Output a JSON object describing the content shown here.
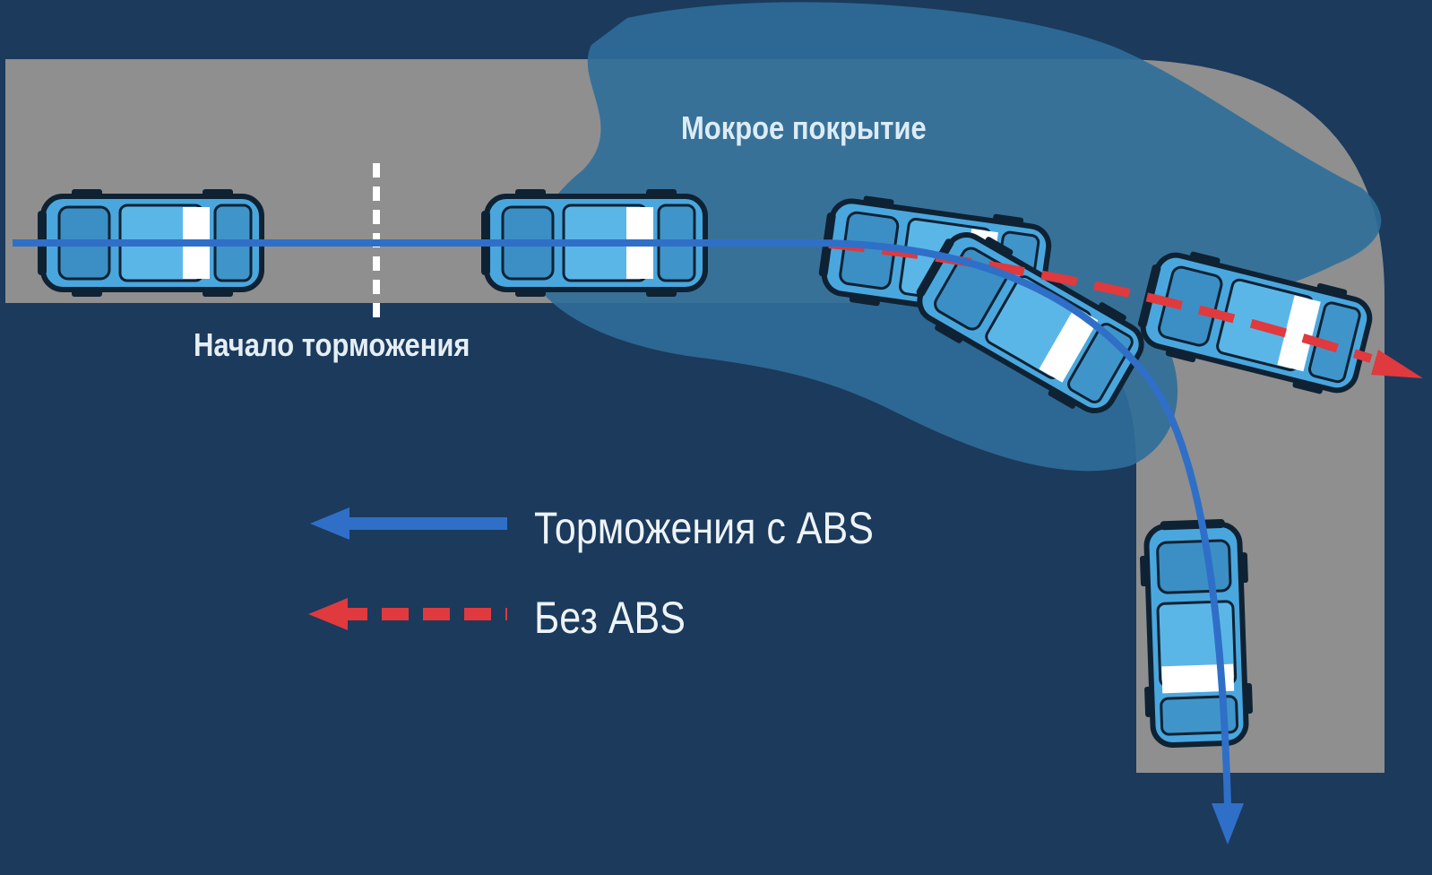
{
  "labels": {
    "wet_surface": "Мокрое покрытие",
    "braking_start": "Начало торможения"
  },
  "legend": {
    "with_abs": "Торможения с ABS",
    "without_abs": "Без ABS"
  },
  "colors": {
    "background": "#1b3a5c",
    "road": "#8f8f8f",
    "wet_area": "#2f6e99",
    "abs_path": "#2f6fc8",
    "no_abs_path": "#e0393e",
    "car_body": "#4aa7de",
    "car_outline": "#0e2233"
  }
}
